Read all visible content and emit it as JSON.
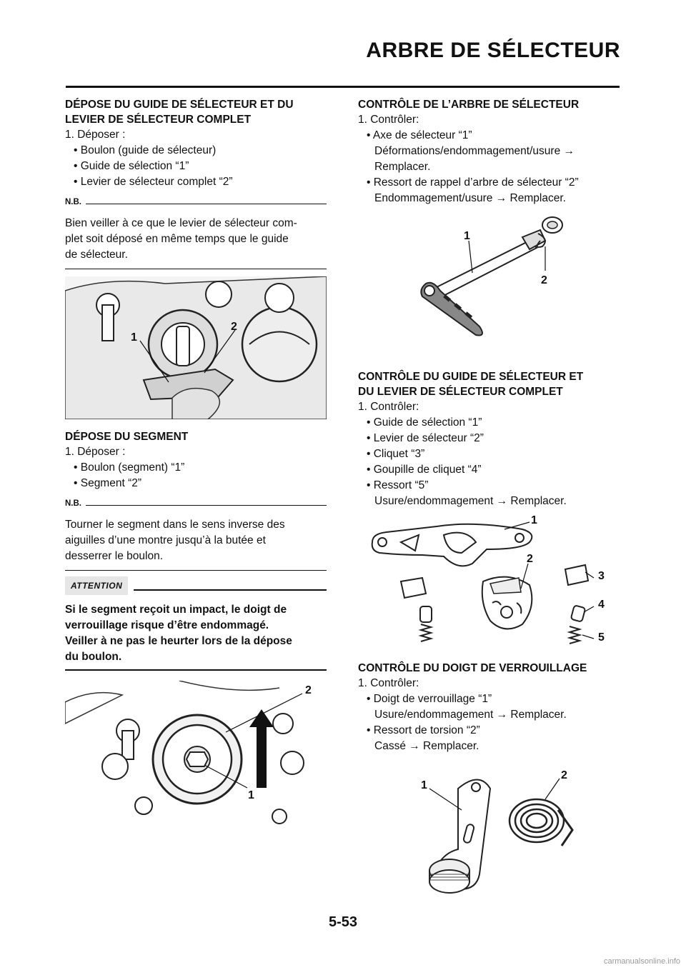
{
  "header": {
    "title": "ARBRE DE SÉLECTEUR"
  },
  "left": {
    "s1": {
      "heading_l1": "DÉPOSE DU GUIDE DE SÉLECTEUR ET DU",
      "heading_l2": "LEVIER DE SÉLECTEUR COMPLET",
      "step": "1.  Déposer :",
      "items": [
        "• Boulon (guide de sélecteur)",
        "• Guide de sélection “1”",
        "• Levier de sélecteur complet “2”"
      ],
      "nb_label": "N.B.",
      "nb_l1": "Bien veiller à ce que le levier de sélecteur com-",
      "nb_l2": "plet soit déposé en même temps que le guide",
      "nb_l3": "de sélecteur.",
      "fig_labels": [
        "1",
        "2"
      ]
    },
    "s2": {
      "heading": "DÉPOSE DU SEGMENT",
      "step": "1.  Déposer :",
      "items": [
        "• Boulon (segment) “1”",
        "• Segment “2”"
      ],
      "nb_label": "N.B.",
      "nb_l1": "Tourner le segment dans le sens inverse des",
      "nb_l2": "aiguilles d’une montre jusqu’à la butée et",
      "nb_l3": "desserrer le boulon.",
      "attention_label": "ATTENTION",
      "attn_l1": "Si le segment reçoit un impact, le doigt de",
      "attn_l2": "verrouillage risque d’être endommagé.",
      "attn_l3": "Veiller à ne pas le heurter lors de la dépose",
      "attn_l4": "du boulon.",
      "fig_labels": [
        "2",
        "1"
      ]
    }
  },
  "right": {
    "s1": {
      "heading": "CONTRÔLE DE L’ARBRE DE SÉLECTEUR",
      "step": "1.  Contrôler:",
      "l1": "• Axe de sélecteur “1”",
      "l2": "Déformations/endommagement/usure →",
      "l3": "Remplacer.",
      "l4": "• Ressort de rappel d’arbre de sélecteur “2”",
      "l5": "Endommagement/usure → Remplacer.",
      "fig_labels": [
        "1",
        "2"
      ]
    },
    "s2": {
      "heading_l1": "CONTRÔLE DU GUIDE DE SÉLECTEUR ET",
      "heading_l2": "DU LEVIER DE SÉLECTEUR COMPLET",
      "step": "1.  Contrôler:",
      "items": [
        "• Guide de sélection “1”",
        "• Levier de sélecteur “2”",
        "• Cliquet “3”",
        "• Goupille de cliquet “4”",
        "• Ressort “5”"
      ],
      "result": "Usure/endommagement → Remplacer.",
      "fig_labels": [
        "1",
        "2",
        "3",
        "4",
        "5"
      ]
    },
    "s3": {
      "heading": "CONTRÔLE DU DOIGT DE VERROUILLAGE",
      "step": "1.  Contrôler:",
      "l1": "• Doigt de verrouillage “1”",
      "l2": "Usure/endommagement → Remplacer.",
      "l3": "• Ressort de torsion “2”",
      "l4": "Cassé → Remplacer.",
      "fig_labels": [
        "1",
        "2"
      ]
    }
  },
  "footer": {
    "page_number": "5-53",
    "watermark": "carmanualsonline.info"
  }
}
